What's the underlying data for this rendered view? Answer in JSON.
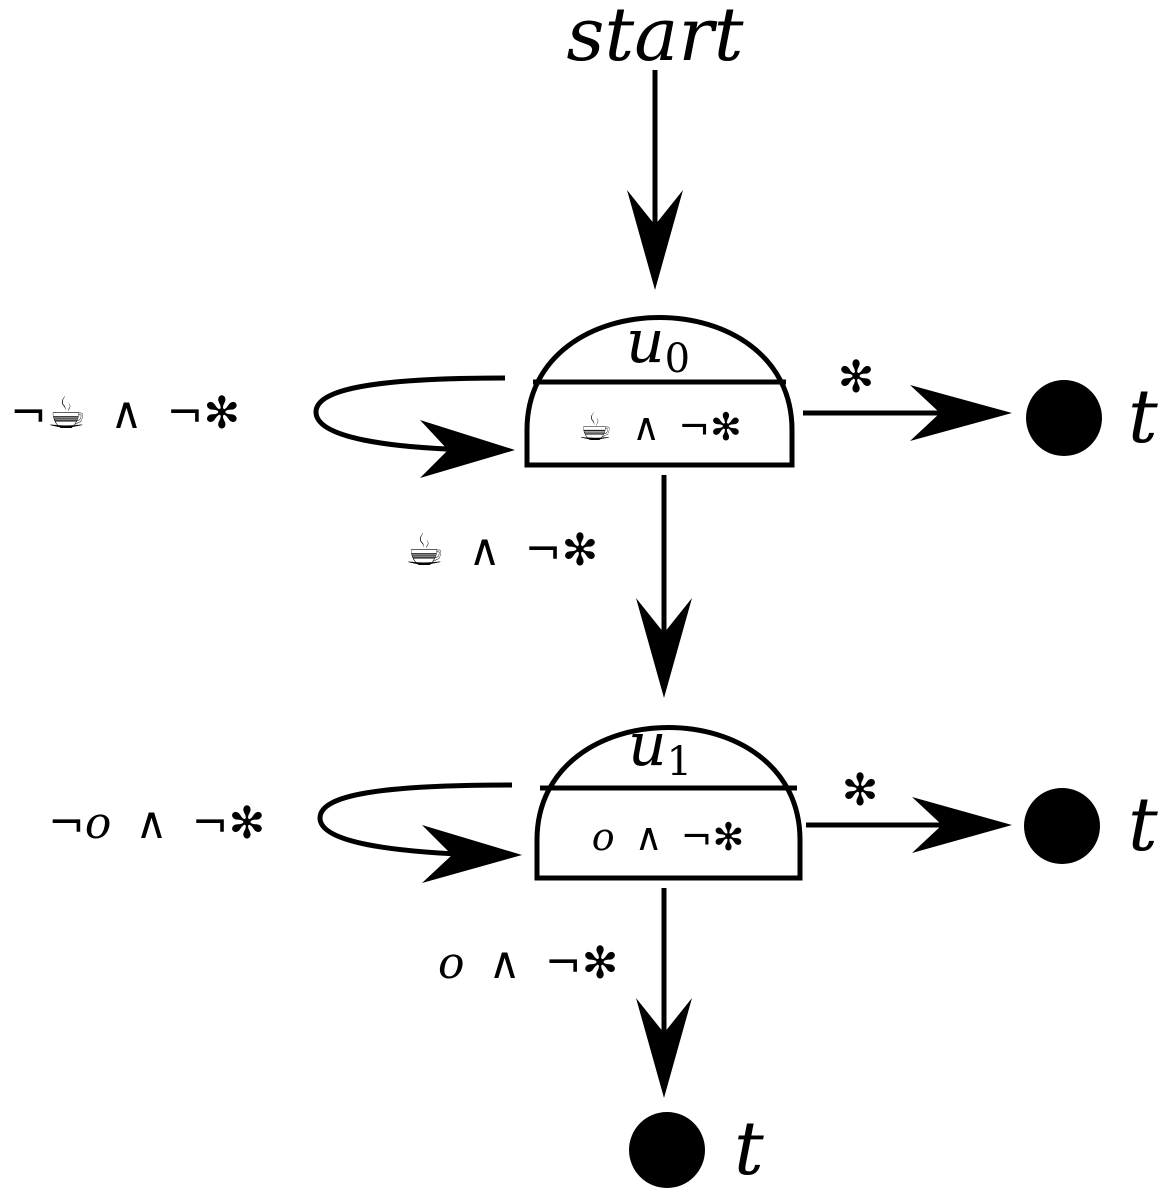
{
  "start_label": "start",
  "terminal_label": "t",
  "symbols": {
    "not": "¬",
    "and": "∧",
    "coffee_icon": "coffee-cup-icon",
    "asterisk": "✻"
  },
  "nodes": [
    {
      "name": "u",
      "index": "0",
      "guard": [
        "☕",
        "∧",
        "¬",
        "✻"
      ]
    },
    {
      "name": "u",
      "index": "1",
      "guard": [
        "o",
        "∧",
        "¬",
        "✻"
      ]
    }
  ],
  "edges": {
    "u0_self_loop": [
      "¬",
      "☕",
      "∧",
      "¬",
      "✻"
    ],
    "u0_to_t": "✻",
    "u0_to_u1": [
      "☕",
      "∧",
      "¬",
      "✻"
    ],
    "u1_self_loop": [
      "¬",
      "o",
      "∧",
      "¬",
      "✻"
    ],
    "u1_to_t": "✻",
    "u1_to_t_down": [
      "o",
      "∧",
      "¬",
      "✻"
    ]
  }
}
